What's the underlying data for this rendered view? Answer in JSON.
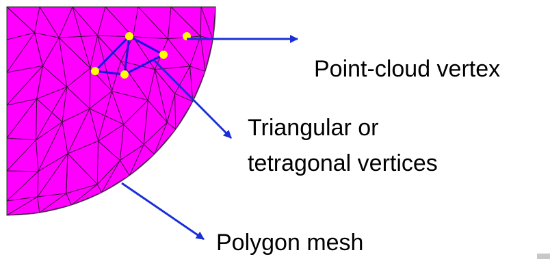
{
  "labels": {
    "point_cloud_vertex": "Point-cloud vertex",
    "vertices_line1": "Triangular or",
    "vertices_line2": "tetragonal vertices",
    "polygon_mesh": "Polygon mesh"
  },
  "colors": {
    "mesh_fill": "#ff00ff",
    "mesh_edges": "#3a0a3a",
    "highlight_edges": "#1515dd",
    "vertex": "#ffff00",
    "arrow": "#1a2fd6",
    "text": "#000000",
    "corner_mark": "#c8c8c8"
  }
}
